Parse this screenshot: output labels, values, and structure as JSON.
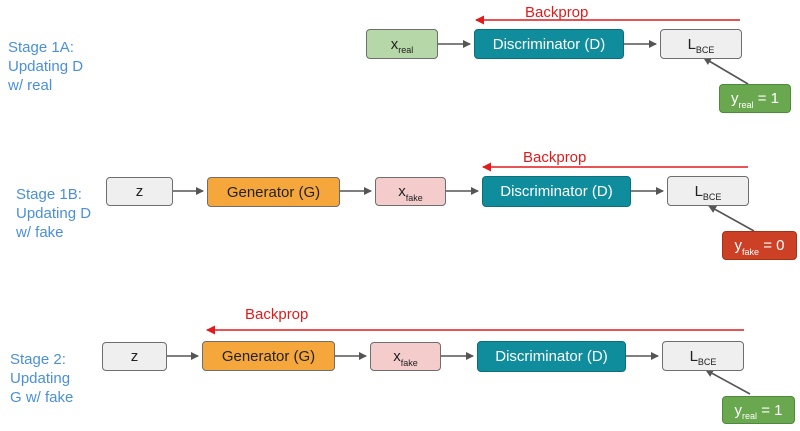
{
  "backprop_label": "Backprop",
  "stages": [
    {
      "label_lines": [
        "Stage 1A:",
        "Updating D",
        "w/ real"
      ],
      "x": {
        "main": "x",
        "sub": "real"
      },
      "discriminator": "Discriminator (D)",
      "loss": {
        "main": "L",
        "sub": "BCE"
      },
      "target": {
        "main": "y",
        "sub": "real",
        "rest": " = 1"
      }
    },
    {
      "label_lines": [
        "Stage 1B:",
        "Updating D",
        "w/ fake"
      ],
      "z": "z",
      "generator": "Generator (G)",
      "x": {
        "main": "x",
        "sub": "fake"
      },
      "discriminator": "Discriminator (D)",
      "loss": {
        "main": "L",
        "sub": "BCE"
      },
      "target": {
        "main": "y",
        "sub": "fake",
        "rest": " = 0"
      }
    },
    {
      "label_lines": [
        "Stage 2:",
        "Updating",
        "G w/ fake"
      ],
      "z": "z",
      "generator": "Generator (G)",
      "x": {
        "main": "x",
        "sub": "fake"
      },
      "discriminator": "Discriminator (D)",
      "loss": {
        "main": "L",
        "sub": "BCE"
      },
      "target": {
        "main": "y",
        "sub": "real",
        "rest": " = 1"
      }
    }
  ],
  "colors": {
    "stage_label": "#4a90d9",
    "backprop": "#e01b1b",
    "discriminator": "#0f8d9c",
    "generator": "#f6a73c",
    "x_real": "#b6d7a8",
    "x_fake": "#f4cccc",
    "target_real": "#6aa84f",
    "target_fake": "#cc4125",
    "neutral_box": "#efefef"
  }
}
